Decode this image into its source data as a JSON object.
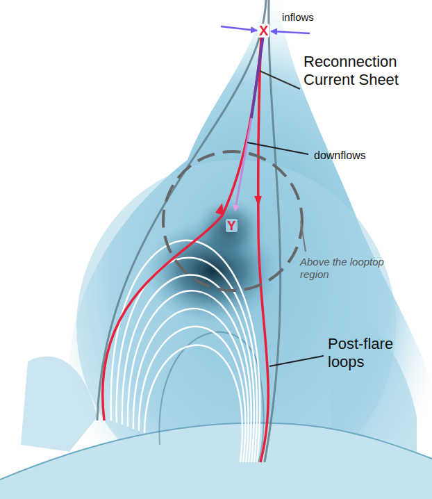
{
  "diagram": {
    "labels": [
      "inflows",
      "X",
      "Reconnection Current Sheet",
      "downflows",
      "Y",
      "Above the looptop region",
      "Post-flare loops"
    ]
  }
}
